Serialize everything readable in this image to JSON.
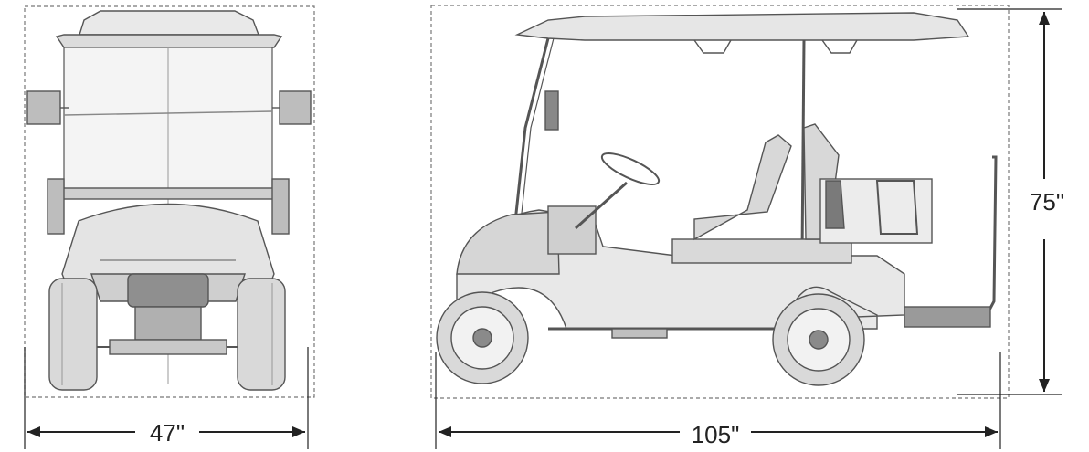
{
  "colors": {
    "background": "#ffffff",
    "line": "#555555",
    "dashed": "#777777",
    "arrow": "#222222",
    "body_fill": "#eeeeee",
    "windshield_fill": "#f4f4f4",
    "tire_fill": "#d9d9d9",
    "dark_part": "#9a9a9a"
  },
  "dimensions": {
    "width": "47\"",
    "length": "105\"",
    "height": "75\""
  },
  "views": {
    "front": {
      "icon": "golf-cart-front-view"
    },
    "side": {
      "icon": "golf-cart-side-view"
    }
  }
}
